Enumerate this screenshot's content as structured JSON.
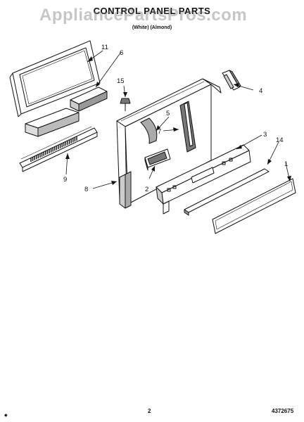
{
  "header": {
    "title": "CONTROL PANEL PARTS",
    "subtitle": "",
    "variant": "(White)  (Almond)"
  },
  "watermark": "AppliancePartsPros.com",
  "footer": {
    "page_number": "2",
    "doc_number": "4372675"
  },
  "callouts": [
    "1",
    "2",
    "3",
    "4",
    "5",
    "6",
    "7",
    "8",
    "9",
    "11",
    "14",
    "15"
  ]
}
